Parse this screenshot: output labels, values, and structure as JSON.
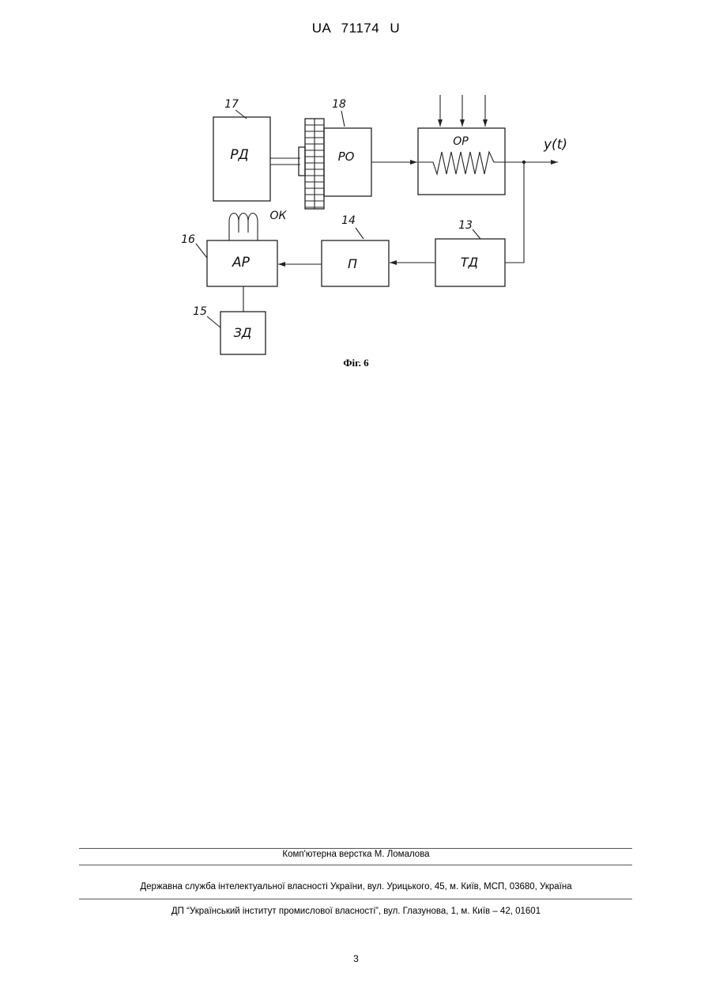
{
  "header": {
    "doc_number": "UA   71174   U"
  },
  "figure": {
    "caption": "Фіг. 6",
    "blocks": {
      "rd": {
        "ref": "17",
        "label": "РД"
      },
      "ro": {
        "ref": "18",
        "label": "РО"
      },
      "or": {
        "label": "ОР"
      },
      "td": {
        "ref": "13",
        "label": "ТД"
      },
      "p": {
        "ref": "14",
        "label": "П"
      },
      "ar": {
        "ref": "16",
        "label": "АР"
      },
      "zd": {
        "ref": "15",
        "label": "ЗД"
      }
    },
    "coil_label": "ОК",
    "output_label": "y(t)"
  },
  "footer": {
    "layout_credit": "Комп'ютерна верстка М. Ломалова",
    "agency": "Державна служба інтелектуальної власності України, вул. Урицького, 45, м. Київ, МСП, 03680, Україна",
    "institute": "ДП “Український інститут промислової власності”, вул. Глазунова, 1, м. Київ – 42, 01601"
  },
  "page_number": "3"
}
